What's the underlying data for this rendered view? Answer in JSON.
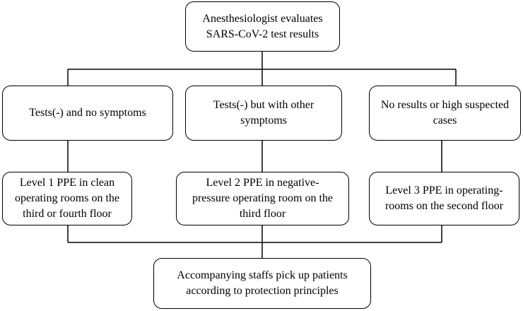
{
  "root": "Anesthesiologist evaluates\nSARS-CoV-2 test results",
  "branches": [
    {
      "condition": "Tests(-) and no symptoms",
      "action": "Level 1 PPE in clean\noperating rooms on the\nthird or fourth floor"
    },
    {
      "condition": "Tests(-) but with  other\nsymptoms",
      "action": "Level 2 PPE in negative-\npressure operating room on the\nthird floor"
    },
    {
      "condition": "No results or high suspected\ncases",
      "action": "Level 3 PPE in operating-\nrooms on the second floor"
    }
  ],
  "final": "Accompanying staffs pick up patients\naccording to protection principles"
}
